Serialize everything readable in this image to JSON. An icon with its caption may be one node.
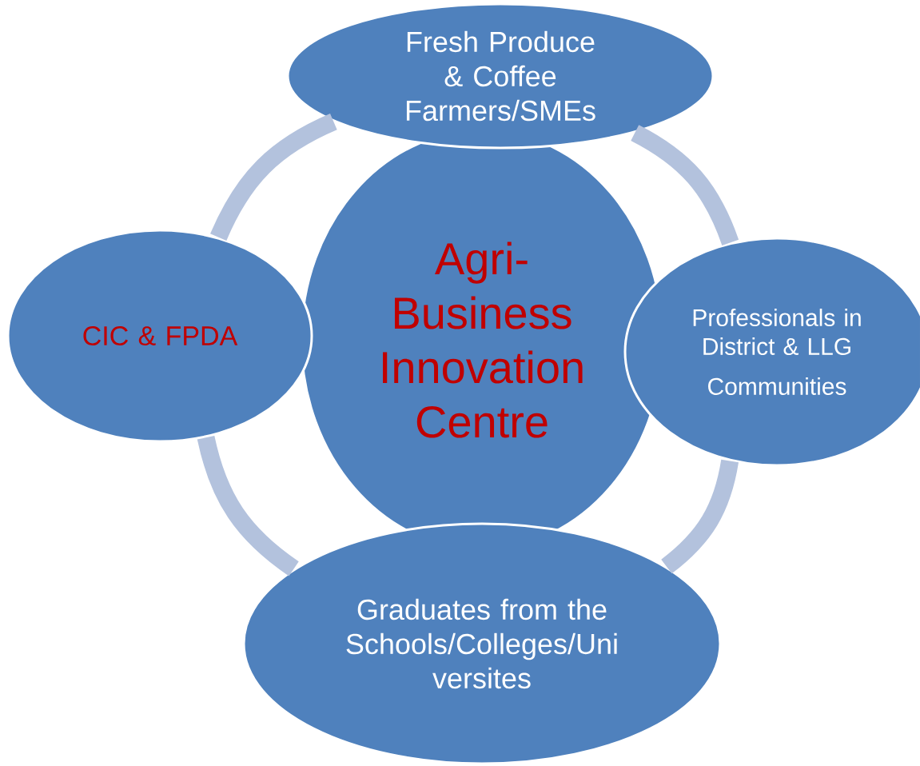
{
  "diagram": {
    "nodes": [
      {
        "text": [
          "Fresh Produce & Coffee Farmers/SMEs"
        ]
      },
      {
        "text": [
          "CIC & FPDA"
        ]
      },
      {
        "text": [
          "Agri- Business Innovation Centre"
        ]
      },
      {
        "text": [
          "Professionals in District & LLG",
          "Communities"
        ]
      },
      {
        "text": [
          "Graduates from the Schools/Colleges/Uni versites"
        ]
      }
    ],
    "edges": [
      {
        "from": 0,
        "to": 3,
        "arrow": "none"
      },
      {
        "from": 3,
        "to": 4,
        "arrow": "none"
      },
      {
        "from": 4,
        "to": 1,
        "arrow": "none"
      },
      {
        "from": 1,
        "to": 0,
        "arrow": "none"
      }
    ]
  }
}
